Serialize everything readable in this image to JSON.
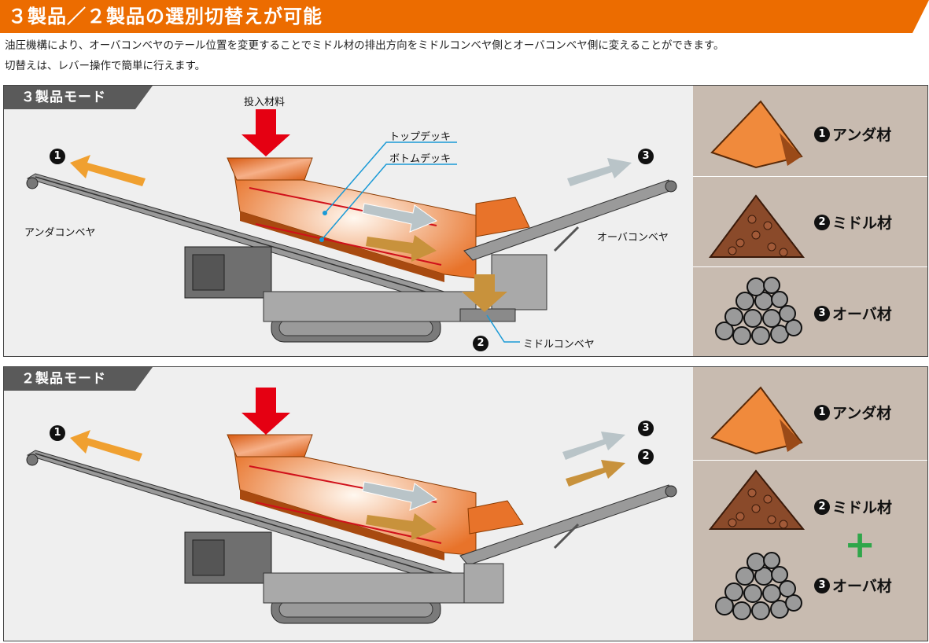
{
  "header": {
    "title": "３製品／２製品の選別切替えが可能",
    "accent_color": "#ec6c00"
  },
  "description": {
    "line1": "油圧機構により、オーバコンベヤのテール位置を変更することでミドル材の排出方向をミドルコンベヤ側とオーバコンベヤ側に変えることができます。",
    "line2": "切替えは、レバー操作で簡単に行えます。"
  },
  "mode3": {
    "tab_label": "３製品モード",
    "input_label": "投入材料",
    "top_deck_label": "トップデッキ",
    "bottom_deck_label": "ボトムデッキ",
    "under_conveyor_label": "アンダコンベヤ",
    "over_conveyor_label": "オーバコンベヤ",
    "middle_conveyor_label": "ミドルコンベヤ",
    "markers": {
      "under": "1",
      "middle": "2",
      "over": "3"
    },
    "materials": [
      {
        "number": "1",
        "name": "アンダ材",
        "icon": "orange-pile-icon"
      },
      {
        "number": "2",
        "name": "ミドル材",
        "icon": "brown-gravel-pile-icon"
      },
      {
        "number": "3",
        "name": "オーバ材",
        "icon": "gray-stone-pile-icon"
      }
    ]
  },
  "mode2": {
    "tab_label": "２製品モード",
    "markers": {
      "under": "1",
      "over": "3",
      "middle": "2"
    },
    "materials": [
      {
        "number": "1",
        "name": "アンダ材",
        "icon": "orange-pile-icon"
      },
      {
        "number": "2",
        "name": "ミドル材",
        "icon": "brown-gravel-pile-icon"
      },
      {
        "number": "3",
        "name": "オーバ材",
        "icon": "gray-stone-pile-icon"
      }
    ],
    "combine_symbol": "+"
  },
  "colors": {
    "red_arrow": "#e50012",
    "orange_arrow": "#f0a030",
    "gray_arrow": "#b9c4c8",
    "brown_arrow": "#c8923c",
    "leader_line": "#1a9ad6",
    "machine_orange": "#e8732a",
    "machine_gray": "#8a8a8a",
    "green_plus": "#2fa64a"
  }
}
